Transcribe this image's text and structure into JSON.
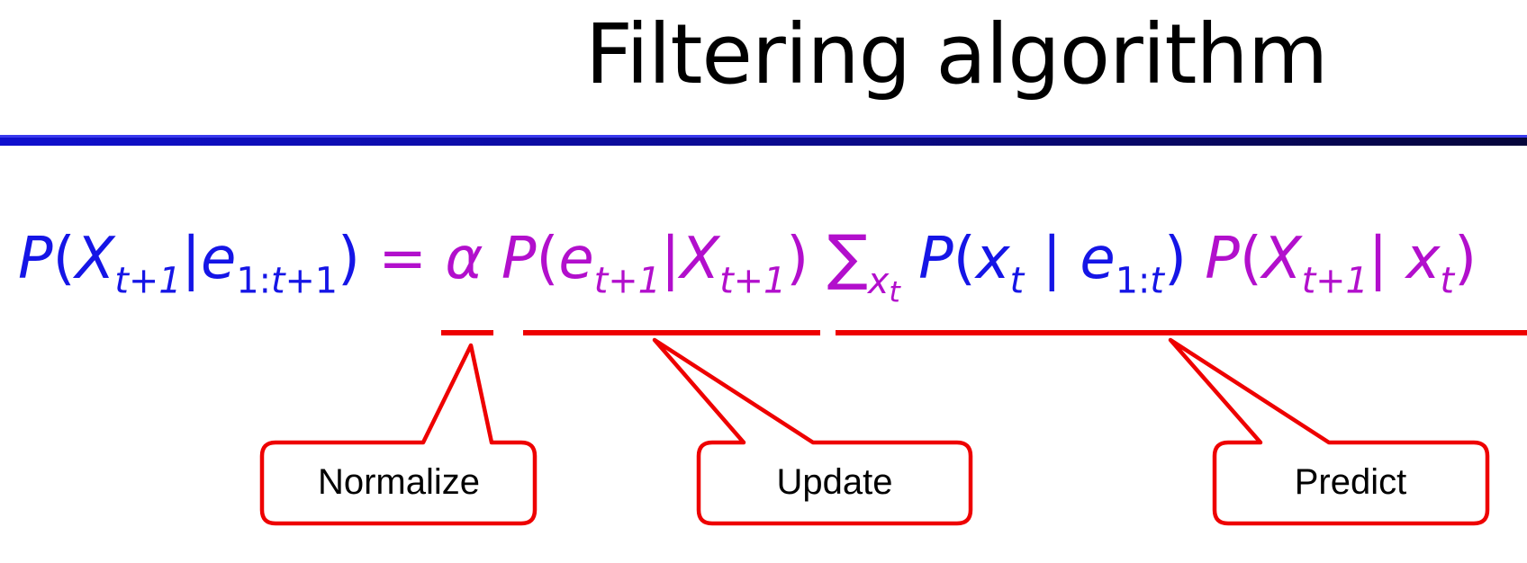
{
  "slide": {
    "title": "Filtering algorithm"
  },
  "formula": {
    "lhs": {
      "p": "P",
      "lp": "(",
      "x": "X",
      "x_sub": "t+1",
      "bar": "|",
      "e": "e",
      "e_sub": "1:t+1",
      "e_sub_p1": "1:",
      "e_sub_t": "t",
      "e_sub_p2": "+1",
      "rp": ")"
    },
    "equals": "=",
    "alpha": "α",
    "update_term": {
      "p": "P",
      "lp": "(",
      "e": "e",
      "e_sub": "t+1",
      "bar": "|",
      "x": "X",
      "x_sub": "t+1",
      "rp": ")"
    },
    "sum": {
      "symbol": "∑",
      "var": "x",
      "var_sub": "t"
    },
    "belief_term": {
      "p": "P",
      "lp": "(",
      "x": "x",
      "x_sub": "t",
      "bar": "|",
      "e": "e",
      "e_sub_p1": "1:",
      "e_sub_t": "t",
      "rp": ")"
    },
    "transition_term": {
      "p": "P",
      "lp": "(",
      "x": "X",
      "x_sub": "t+1",
      "bar": "|",
      "xt": "x",
      "xt_sub": "t",
      "rp": ")"
    }
  },
  "callouts": [
    {
      "label": "Normalize"
    },
    {
      "label": "Update"
    },
    {
      "label": "Predict"
    }
  ],
  "colors": {
    "blue_term": "#1515e6",
    "purple_term": "#b20fcc",
    "callout_red": "#ee0000",
    "title_bar": "#0a0a8a"
  }
}
